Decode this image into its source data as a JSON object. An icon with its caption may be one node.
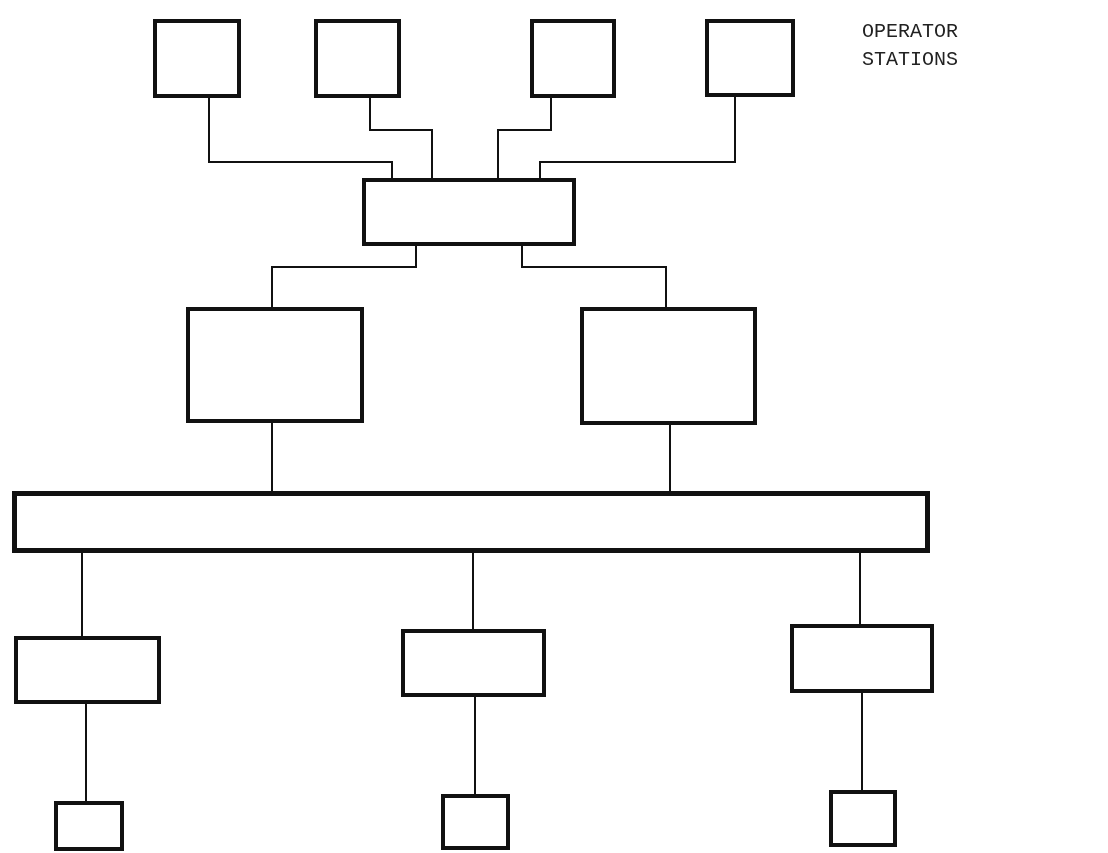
{
  "diagram": {
    "nodes": [
      {
        "text": [],
        "shape": "box"
      },
      {
        "text": [],
        "shape": "box"
      },
      {
        "text": [],
        "shape": "box"
      },
      {
        "text": [],
        "shape": "box"
      },
      {
        "text": [],
        "shape": "box"
      },
      {
        "text": [],
        "shape": "box"
      },
      {
        "text": [],
        "shape": "box"
      },
      {
        "text": [],
        "shape": "bar"
      },
      {
        "text": [],
        "shape": "box"
      },
      {
        "text": [],
        "shape": "box"
      },
      {
        "text": [],
        "shape": "box"
      },
      {
        "text": [],
        "shape": "box"
      },
      {
        "text": [],
        "shape": "box"
      },
      {
        "text": [],
        "shape": "box"
      }
    ],
    "edges": [
      {
        "from": 0,
        "to": 4,
        "arrow": "none"
      },
      {
        "from": 1,
        "to": 4,
        "arrow": "none"
      },
      {
        "from": 2,
        "to": 4,
        "arrow": "none"
      },
      {
        "from": 3,
        "to": 4,
        "arrow": "none"
      },
      {
        "from": 4,
        "to": 5,
        "arrow": "none"
      },
      {
        "from": 4,
        "to": 6,
        "arrow": "none"
      },
      {
        "from": 5,
        "to": 7,
        "arrow": "none"
      },
      {
        "from": 6,
        "to": 7,
        "arrow": "none"
      },
      {
        "from": 7,
        "to": 8,
        "arrow": "none"
      },
      {
        "from": 7,
        "to": 9,
        "arrow": "none"
      },
      {
        "from": 7,
        "to": 10,
        "arrow": "none"
      },
      {
        "from": 8,
        "to": 11,
        "arrow": "none"
      },
      {
        "from": 9,
        "to": 12,
        "arrow": "none"
      },
      {
        "from": 10,
        "to": 13,
        "arrow": "none"
      }
    ],
    "labels": [
      "OPERATOR STATIONS"
    ]
  }
}
